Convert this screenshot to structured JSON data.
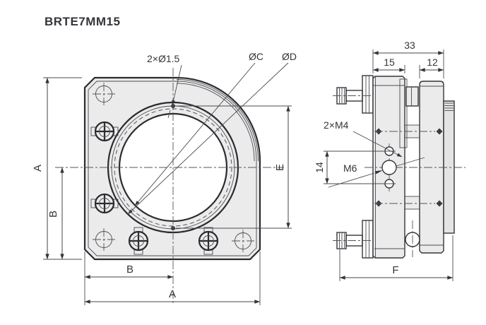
{
  "title": "BRTE7MM15",
  "colors": {
    "background": "#ffffff",
    "line": "#2b2b30",
    "fill": "#ebebeb",
    "text": "#35353b"
  },
  "front_view": {
    "labels": {
      "height_a": "A",
      "height_b": "B",
      "width_b": "B",
      "width_a": "A",
      "hole_spacing_e": "E",
      "small_holes": "2×Ø1.5",
      "inner_diameter_c": "ØC",
      "outer_diameter_d": "ØD"
    }
  },
  "side_view": {
    "labels": {
      "overall_thickness": "33",
      "front_plate_thickness": "15",
      "back_plate_thickness": "12",
      "m4_holes": "2×M4",
      "m6_hole": "M6",
      "m4_spacing": "14",
      "overall_depth_f": "F"
    }
  }
}
